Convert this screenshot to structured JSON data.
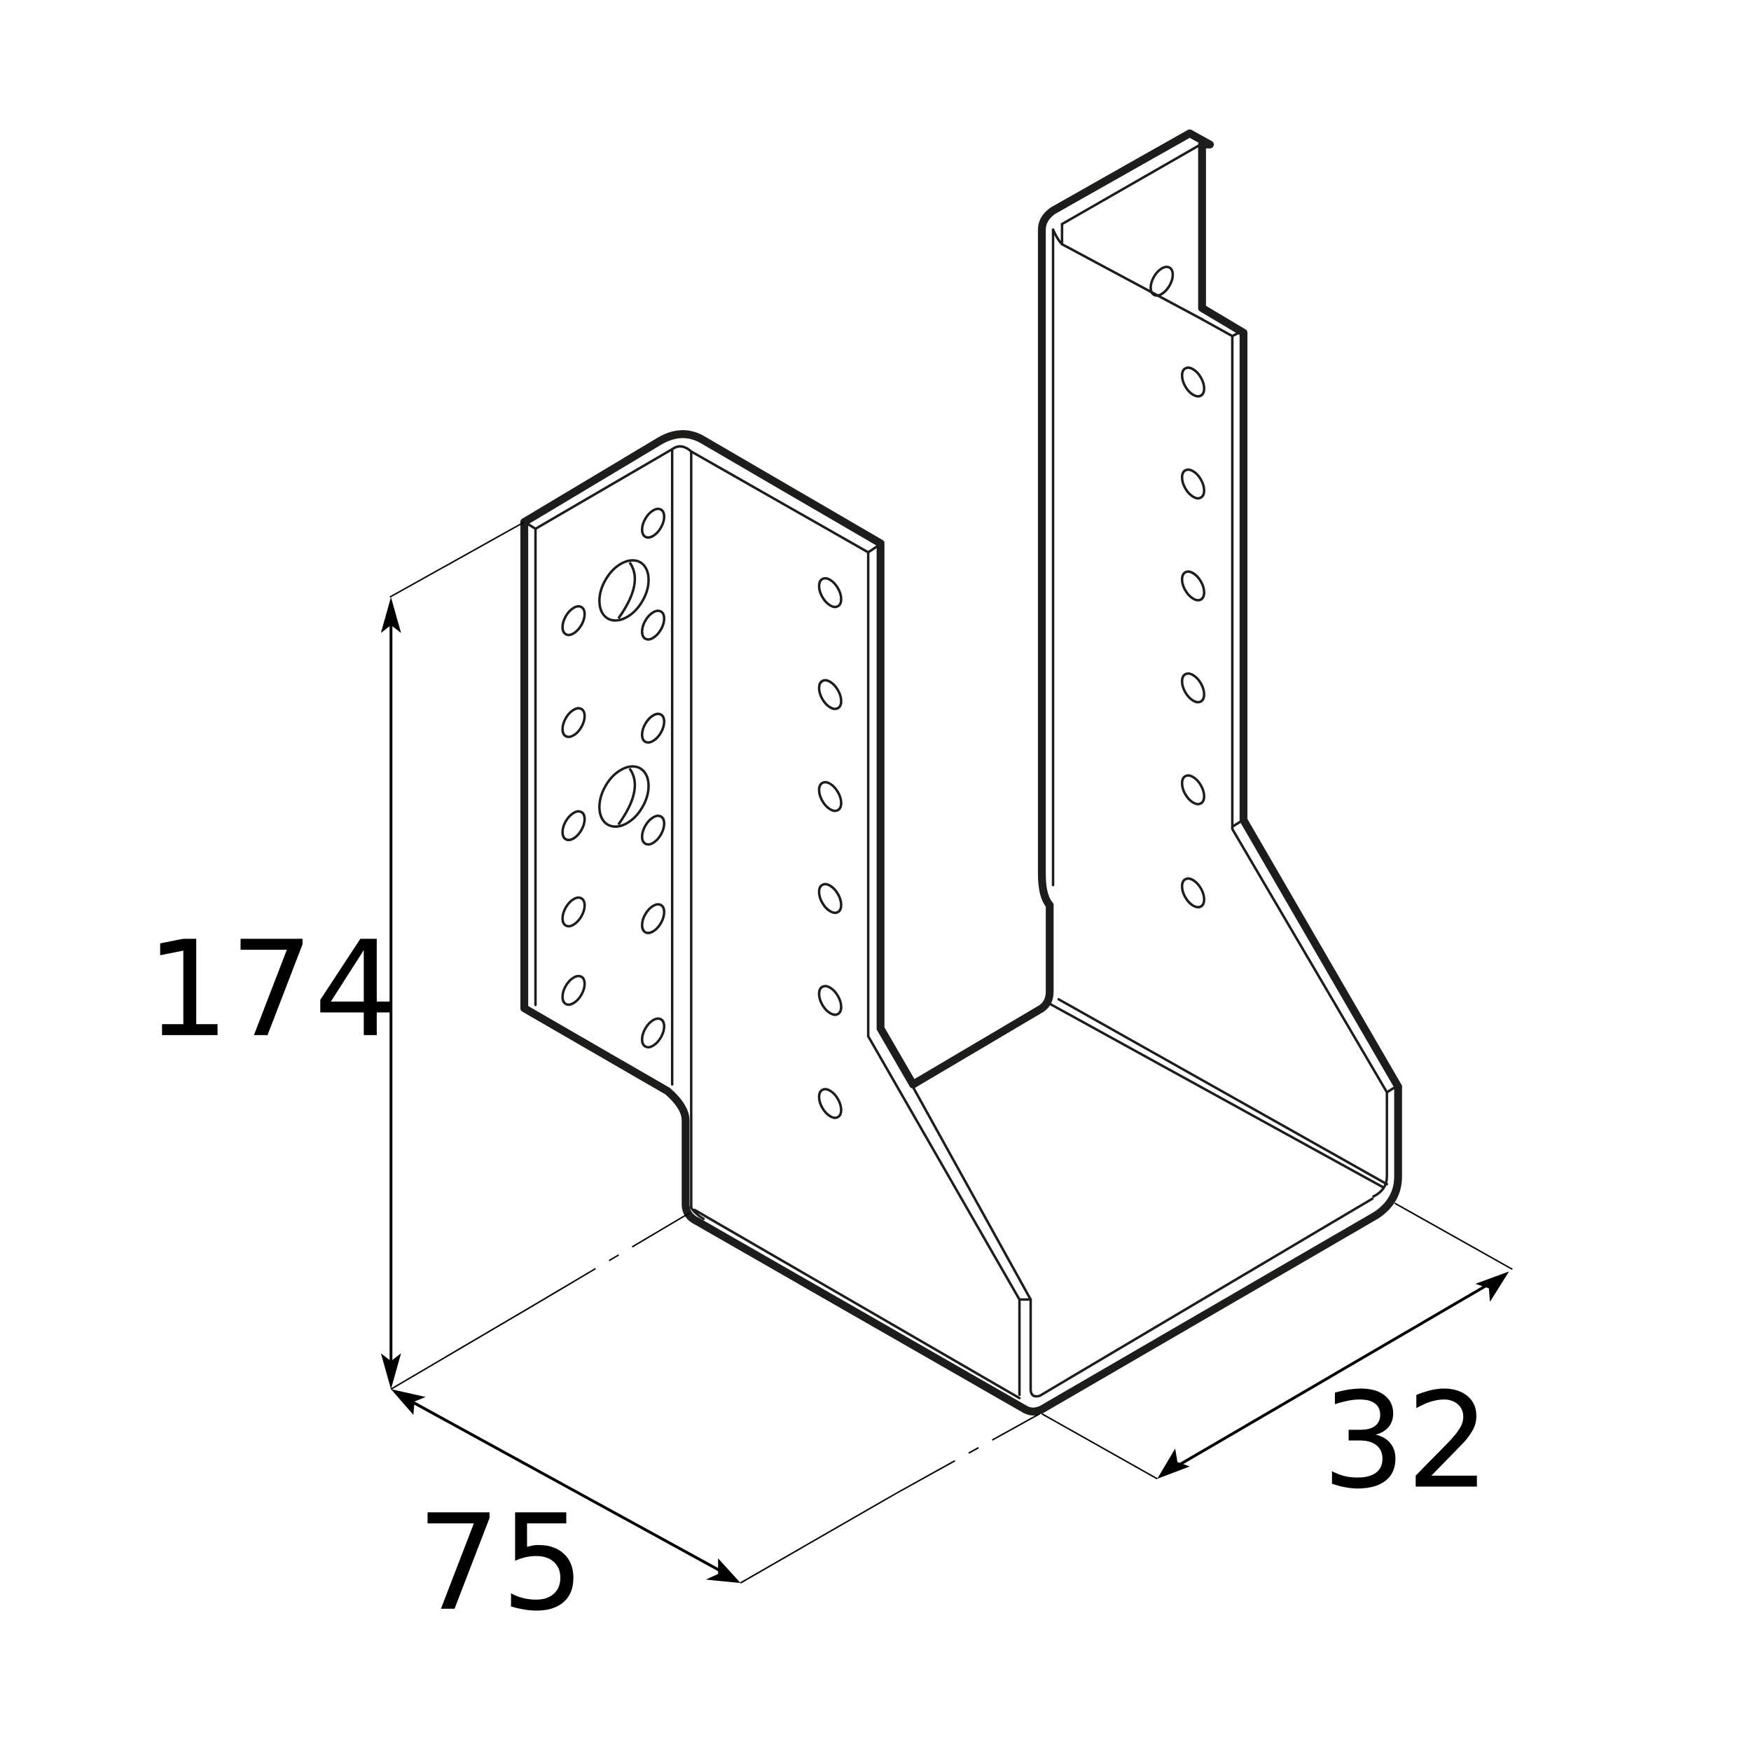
{
  "drawing": {
    "subject": "Joist hanger (sheet-metal bracket) isometric line drawing",
    "line_color": "#1d1d1b",
    "background": "#ffffff"
  },
  "dimensions": {
    "height": {
      "value": "174",
      "orientation": "vertical"
    },
    "width": {
      "value": "75",
      "orientation": "isometric-left"
    },
    "depth": {
      "value": "32",
      "orientation": "isometric-right"
    }
  }
}
